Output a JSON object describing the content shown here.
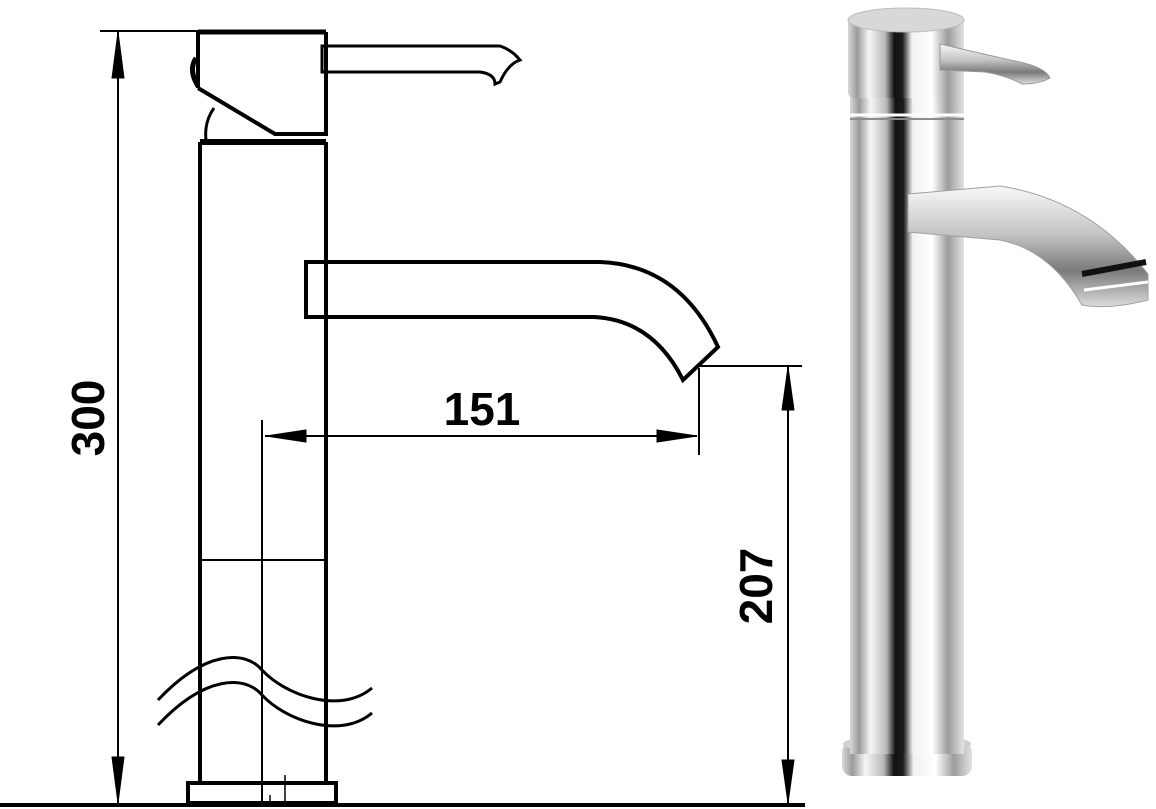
{
  "drawing": {
    "dimensions": {
      "total_height": "300",
      "spout_reach": "151",
      "spout_height": "207"
    }
  }
}
